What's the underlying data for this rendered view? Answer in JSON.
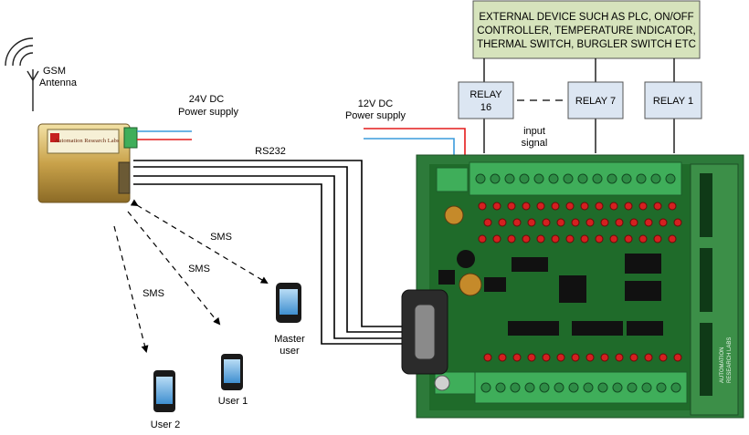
{
  "external_device": {
    "lines": [
      "EXTERNAL DEVICE SUCH AS PLC, ON/OFF",
      "CONTROLLER, TEMPERATURE INDICATOR,",
      "THERMAL SWITCH, BURGLER SWITCH ETC"
    ]
  },
  "relays": {
    "relay16": [
      "RELAY",
      "16"
    ],
    "relay7": "RELAY 7",
    "relay1": "RELAY 1"
  },
  "input_signal": [
    "input",
    "signal"
  ],
  "gsm_antenna": [
    "GSM",
    "Antenna"
  ],
  "power_24v": [
    "24V DC",
    "Power supply"
  ],
  "power_12v": [
    "12V DC",
    "Power supply"
  ],
  "rs232": "RS232",
  "sms_labels": [
    "SMS",
    "SMS",
    "SMS"
  ],
  "users": {
    "master": [
      "Master",
      "user"
    ],
    "user1": "User 1",
    "user2": "User 2"
  },
  "modem_brand": "Automation Research Labs",
  "board_brand": [
    "AUTOMATION",
    "RESEARCH LABS"
  ],
  "colors": {
    "box_fill": "#d6e3bc",
    "relay_fill": "#dce6f2",
    "pcb_green": "#1f6b2a",
    "terminal_green": "#3fae5a",
    "wire_red": "#e41b1b",
    "wire_blue": "#3a9bdc",
    "modem_gold": "#c9a24a"
  }
}
